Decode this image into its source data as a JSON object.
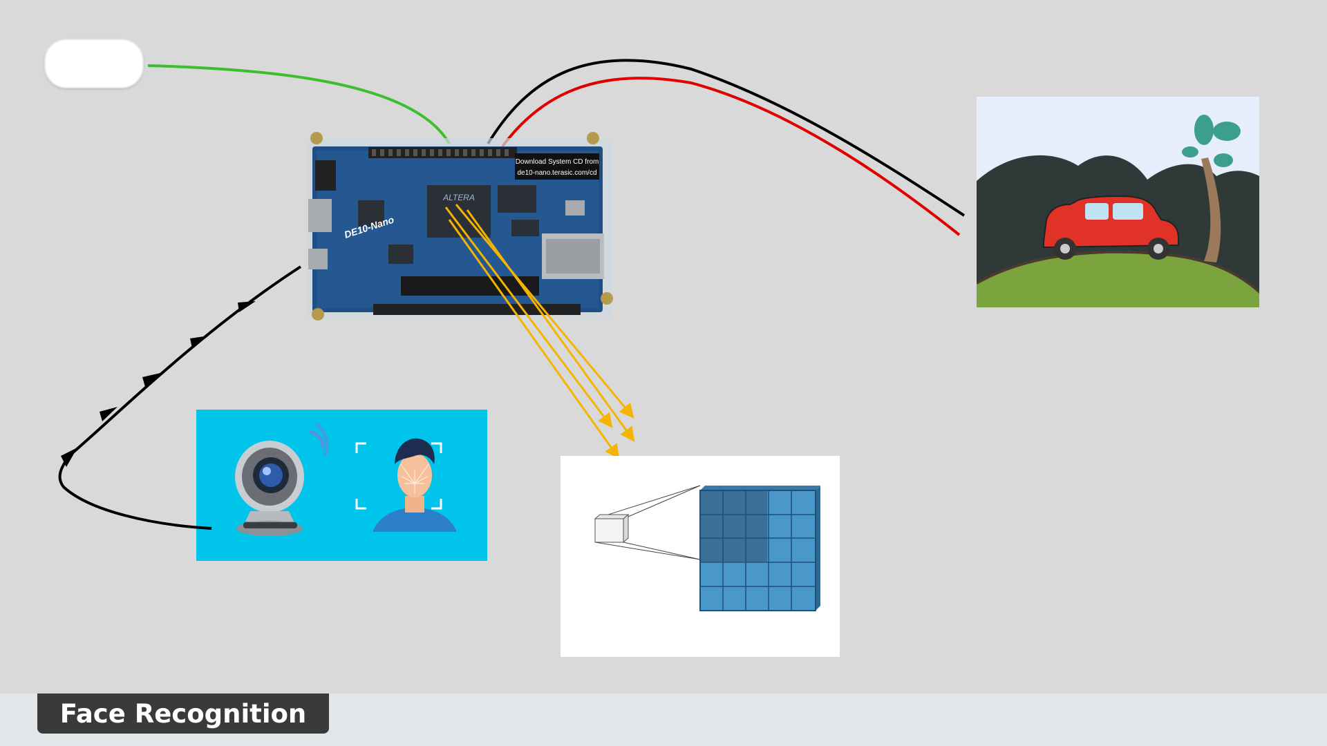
{
  "title": "Face Recognition",
  "board": {
    "label_line1": "Download System CD from",
    "label_line2": "de10-nano.terasic.com/cd",
    "silkscreen": "DE10-Nano",
    "chip_text": "ALTERA"
  },
  "colors": {
    "background": "#d9d9d9",
    "green_wire": "#3cbf2e",
    "black_wire": "#000000",
    "red_wire": "#e00000",
    "data_arrows": "#f5b400",
    "camera_panel": "#00c4ea",
    "cube": "#4a97c9",
    "title_box": "#3a3a3a"
  },
  "icons": [
    "button-pill",
    "fpga-board",
    "car-scene",
    "webcam-icon",
    "face-scan-icon",
    "cnn-cube"
  ]
}
